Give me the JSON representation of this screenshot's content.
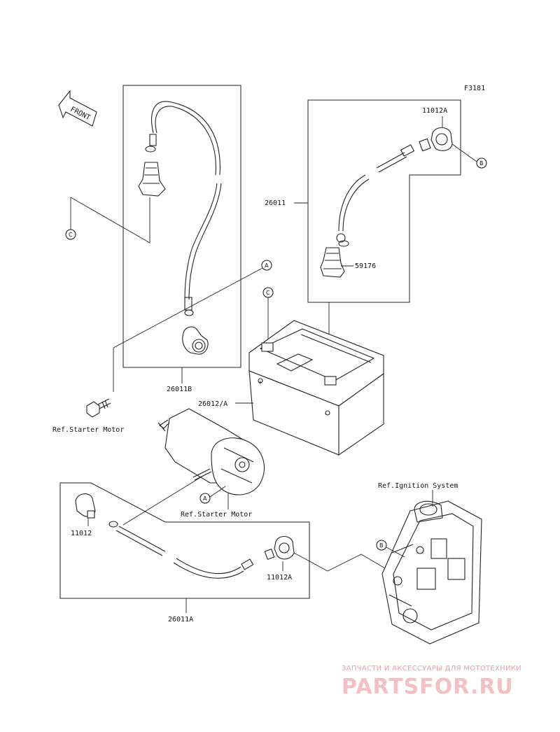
{
  "figure_code": "F3181",
  "front_arrow_label": "FRONT",
  "callouts": {
    "a": "A",
    "b": "B",
    "c": "C"
  },
  "parts": {
    "cable_b": "26011B",
    "cable_positive_assy": "26011",
    "cable_a": "26011A",
    "battery": "26012/A",
    "cap_a_top": "11012A",
    "cap_a_bottom": "11012A",
    "cap": "11012",
    "boot": "59176"
  },
  "references": {
    "starter_motor_left": "Ref.Starter Motor",
    "starter_motor_center": "Ref.Starter Motor",
    "ignition_system": "Ref.Ignition System"
  },
  "watermark": {
    "tagline": "ЗАПЧАСТИ И АКСЕССУАРЫ ДЛЯ МОТОТЕХНИКИ",
    "brand": "PARTSFOR.RU"
  }
}
